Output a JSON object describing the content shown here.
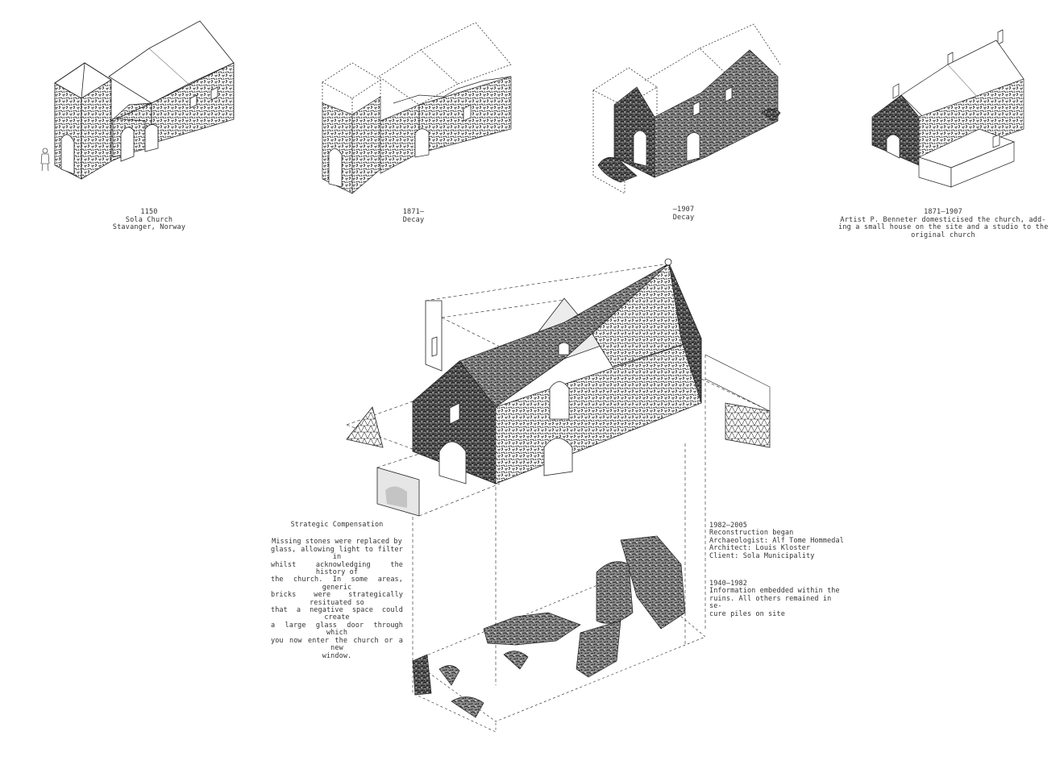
{
  "colors": {
    "ink": "#222222",
    "paper": "#ffffff",
    "stone": "#4a4a4a",
    "glass": "#dcdcdc"
  },
  "stages": [
    {
      "lines": [
        "1150",
        "Sola Church",
        "Stavanger, Norway"
      ]
    },
    {
      "lines": [
        "1871–",
        "Decay"
      ]
    },
    {
      "lines": [
        "–1907",
        "Decay"
      ]
    },
    {
      "lines": [
        "1871–1907",
        "Artist P. Benneter domesticised  the church, add-",
        "ing a small house on the site and a studio to the",
        "original church"
      ]
    }
  ],
  "strategic": {
    "title": "Strategic Compensation",
    "lines": [
      "Missing stones were replaced by",
      "glass, allowing light to filter in",
      "whilst acknowledging the history of",
      "the church. In some areas, generic",
      "bricks were strategically resituated so",
      "that a negative space could create",
      "a large glass door through which",
      "you now enter the church or a new",
      "window."
    ]
  },
  "reconstruction": {
    "lines": [
      "1982–2005",
      "Reconstruction began",
      "Archaeologist: Alf Tome Hommedal",
      "Architect: Louis Kloster",
      "Client: Sola Municipality"
    ]
  },
  "ruins": {
    "lines": [
      "1940–1982",
      "Information embedded within the",
      "ruins. All others remained in se-",
      "cure piles on site"
    ]
  }
}
